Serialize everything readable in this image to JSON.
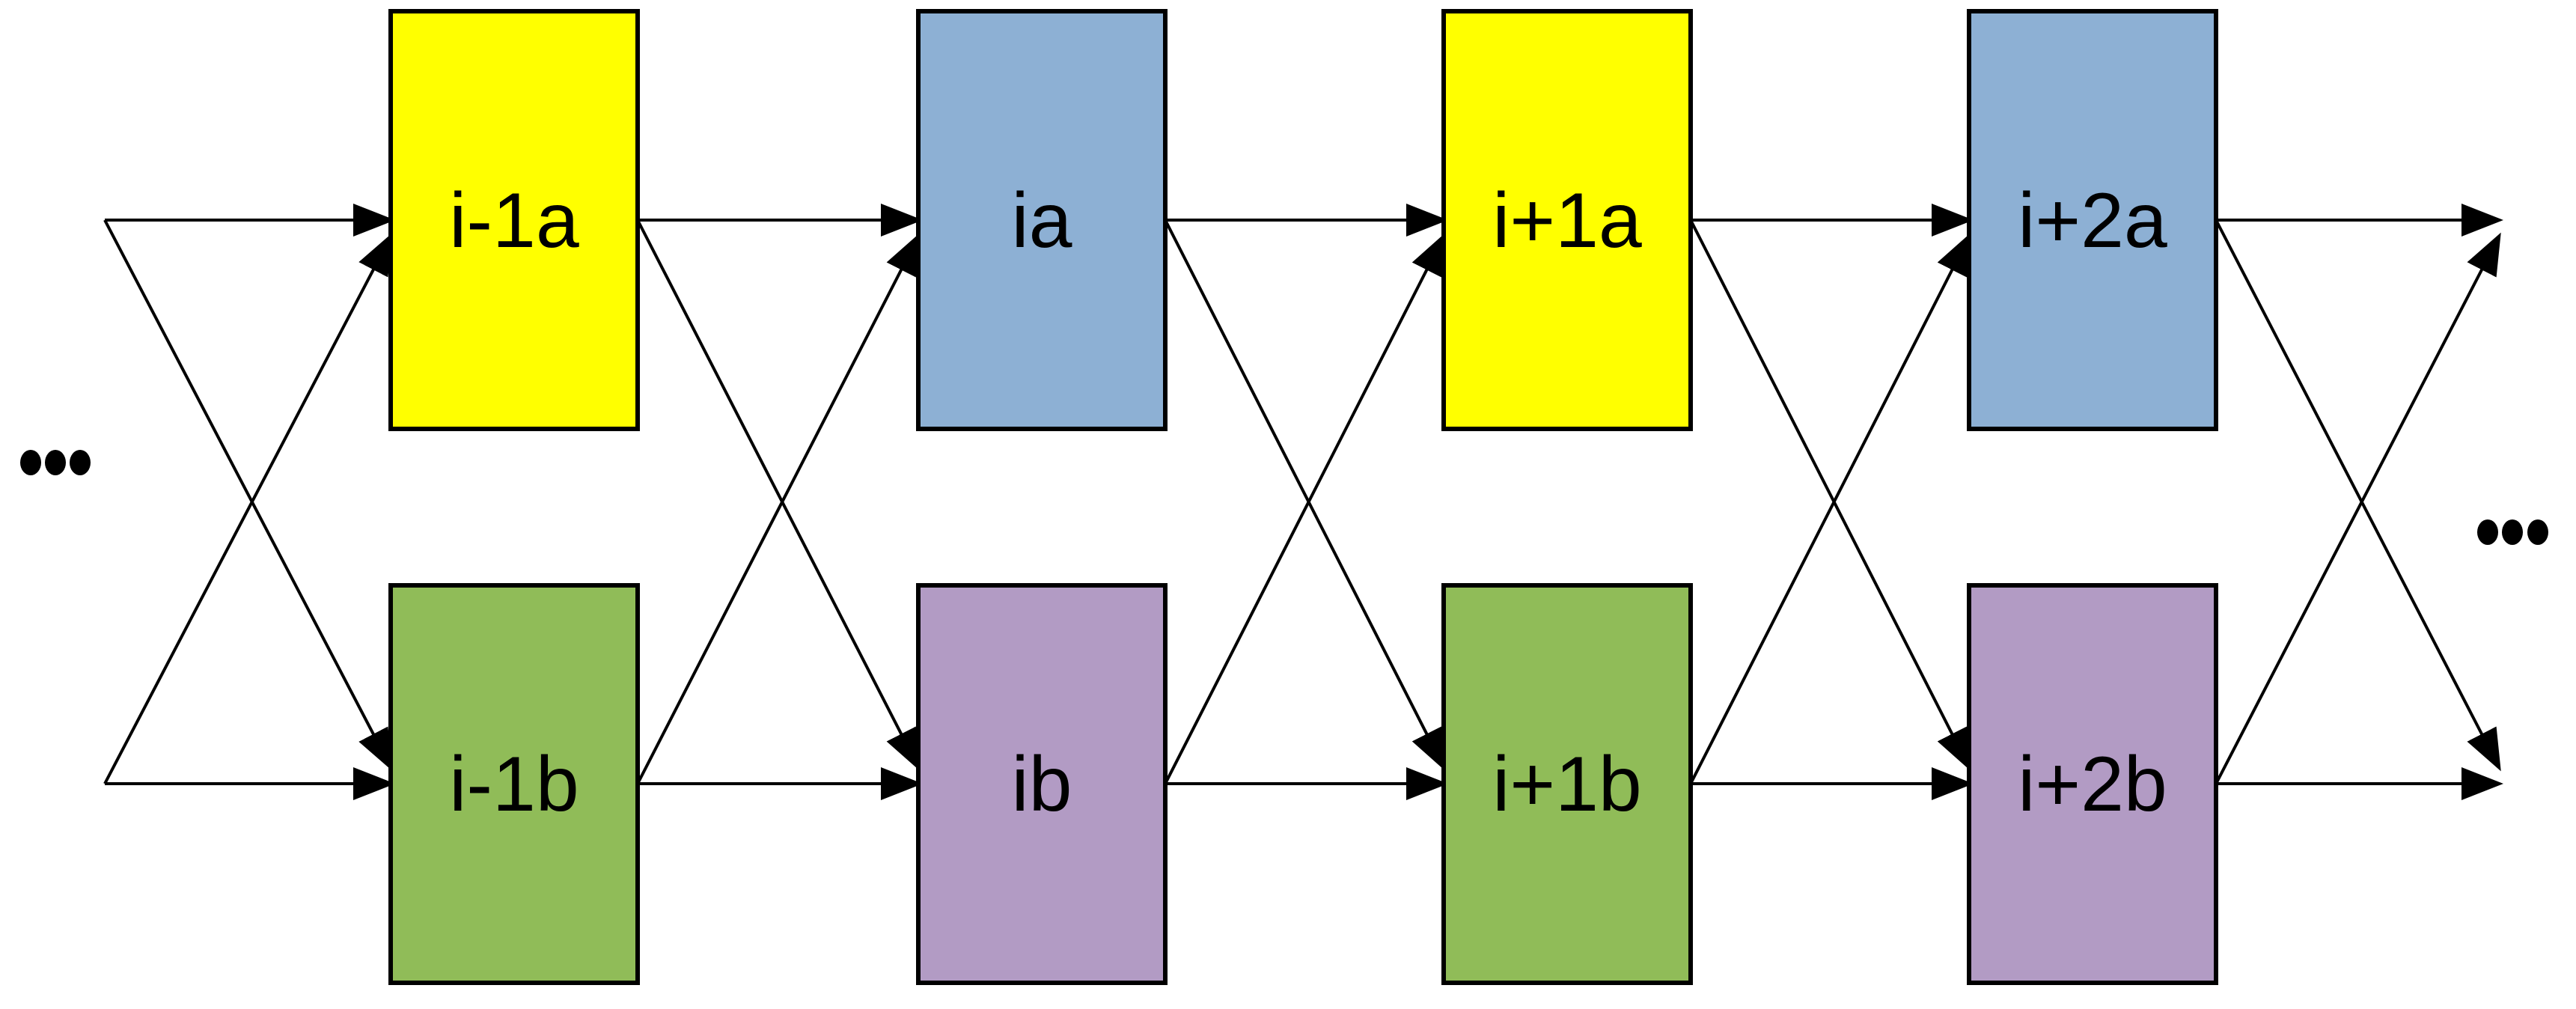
{
  "diagram": {
    "background_color": "#FFFFFF",
    "line_color": "#000000",
    "text_color": "#000000",
    "continuation_left": "...",
    "continuation_right": "...",
    "nodes": [
      {
        "label": "i-1a",
        "color": "#FFFF00"
      },
      {
        "label": "ia",
        "color": "#8DB0D4"
      },
      {
        "label": "i+1a",
        "color": "#FFFF00"
      },
      {
        "label": "i+2a",
        "color": "#8DB0D4"
      },
      {
        "label": "i-1b",
        "color": "#90BC58"
      },
      {
        "label": "ib",
        "color": "#B29BC4"
      },
      {
        "label": "i+1b",
        "color": "#90BC58"
      },
      {
        "label": "i+2b",
        "color": "#B29BC4"
      }
    ]
  }
}
